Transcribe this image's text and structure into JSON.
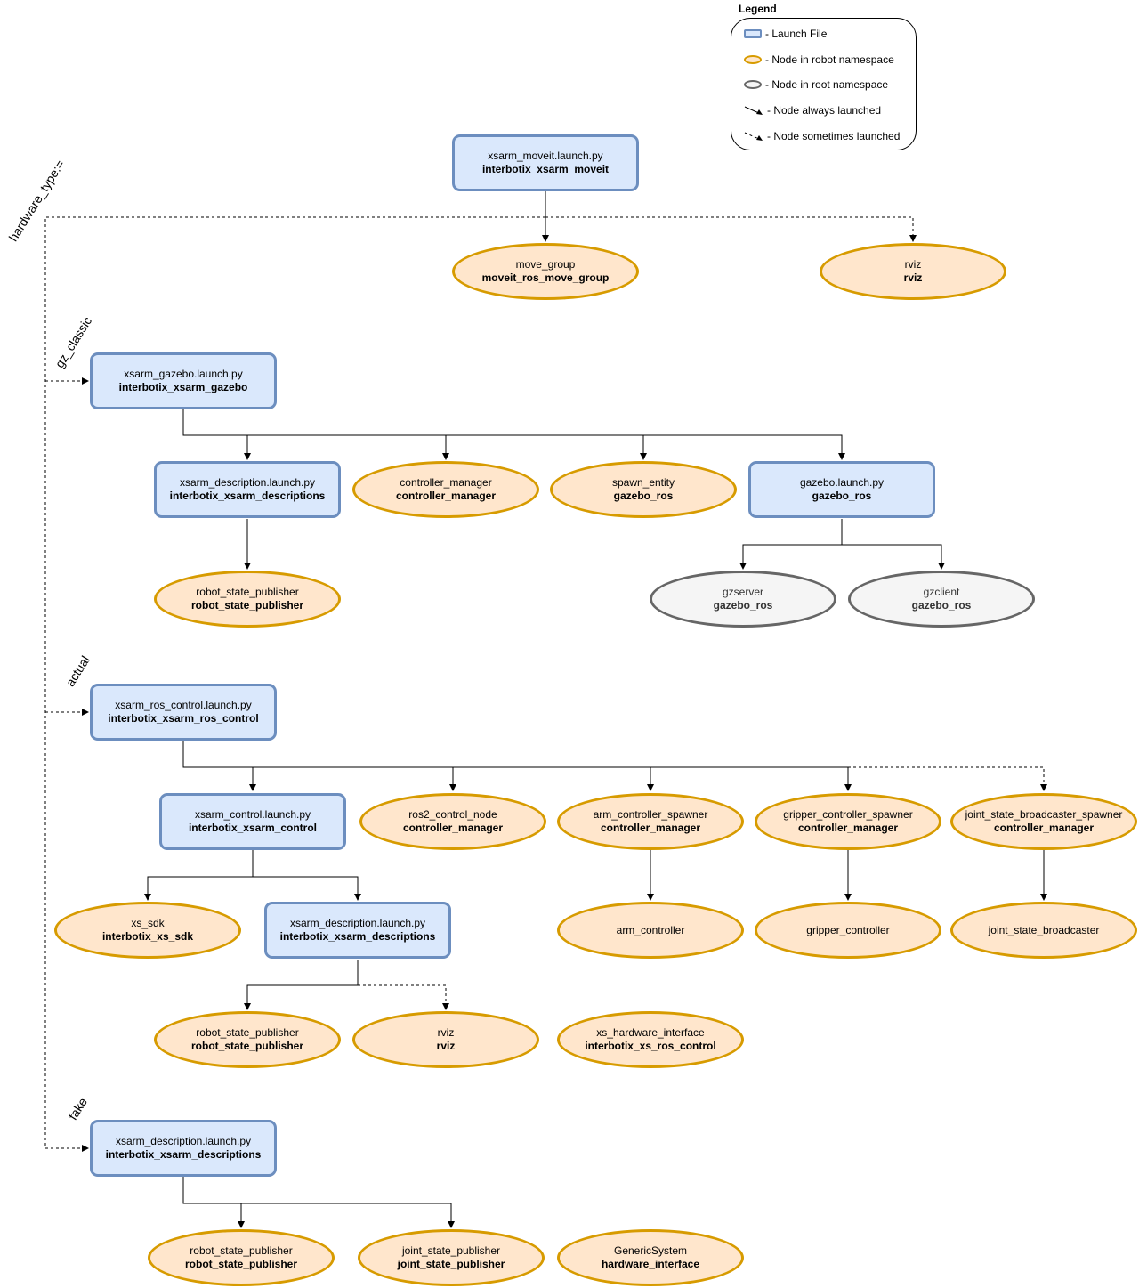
{
  "legend": {
    "title": "Legend",
    "items": [
      {
        "kind": "launch",
        "label": "- Launch File"
      },
      {
        "kind": "robot",
        "label": "- Node in robot namespace"
      },
      {
        "kind": "root",
        "label": "- Node in root namespace"
      },
      {
        "kind": "solid-arrow",
        "label": "- Node always launched"
      },
      {
        "kind": "dashed-arrow",
        "label": "- Node sometimes launched"
      }
    ]
  },
  "branch_labels": {
    "hardware_type": "hardware_type:=",
    "gz_classic": "gz_classic",
    "actual": "actual",
    "fake": "fake"
  },
  "colors": {
    "launch_fill": "#dae8fc",
    "launch_stroke": "#6c8ebf",
    "robot_fill": "#ffe6cc",
    "robot_stroke": "#d79b00",
    "root_fill": "#f5f5f5",
    "root_stroke": "#666666"
  },
  "nodes": {
    "moveit_launch": {
      "name": "xsarm_moveit.launch.py",
      "pkg": "interbotix_xsarm_moveit"
    },
    "move_group": {
      "name": "move_group",
      "pkg": "moveit_ros_move_group"
    },
    "rviz_top": {
      "name": "rviz",
      "pkg": "rviz"
    },
    "gazebo_launch": {
      "name": "xsarm_gazebo.launch.py",
      "pkg": "interbotix_xsarm_gazebo"
    },
    "desc_launch_1": {
      "name": "xsarm_description.launch.py",
      "pkg": "interbotix_xsarm_descriptions"
    },
    "controller_manager": {
      "name": "controller_manager",
      "pkg": "controller_manager"
    },
    "spawn_entity": {
      "name": "spawn_entity",
      "pkg": "gazebo_ros"
    },
    "gazebo_ros_launch": {
      "name": "gazebo.launch.py",
      "pkg": "gazebo_ros"
    },
    "rsp_1": {
      "name": "robot_state_publisher",
      "pkg": "robot_state_publisher"
    },
    "gzserver": {
      "name": "gzserver",
      "pkg": "gazebo_ros"
    },
    "gzclient": {
      "name": "gzclient",
      "pkg": "gazebo_ros"
    },
    "ros_control_launch": {
      "name": "xsarm_ros_control.launch.py",
      "pkg": "interbotix_xsarm_ros_control"
    },
    "control_launch": {
      "name": "xsarm_control.launch.py",
      "pkg": "interbotix_xsarm_control"
    },
    "ros2_control_node": {
      "name": "ros2_control_node",
      "pkg": "controller_manager"
    },
    "arm_spawner": {
      "name": "arm_controller_spawner",
      "pkg": "controller_manager"
    },
    "gripper_spawner": {
      "name": "gripper_controller_spawner",
      "pkg": "controller_manager"
    },
    "jsb_spawner": {
      "name": "joint_state_broadcaster_spawner",
      "pkg": "controller_manager"
    },
    "xs_sdk": {
      "name": "xs_sdk",
      "pkg": "interbotix_xs_sdk"
    },
    "desc_launch_2": {
      "name": "xsarm_description.launch.py",
      "pkg": "interbotix_xsarm_descriptions"
    },
    "arm_controller": {
      "name": "arm_controller",
      "pkg": ""
    },
    "gripper_controller": {
      "name": "gripper_controller",
      "pkg": ""
    },
    "jsb": {
      "name": "joint_state_broadcaster",
      "pkg": ""
    },
    "rsp_2": {
      "name": "robot_state_publisher",
      "pkg": "robot_state_publisher"
    },
    "rviz_2": {
      "name": "rviz",
      "pkg": "rviz"
    },
    "xs_hw": {
      "name": "xs_hardware_interface",
      "pkg": "interbotix_xs_ros_control"
    },
    "desc_launch_3": {
      "name": "xsarm_description.launch.py",
      "pkg": "interbotix_xsarm_descriptions"
    },
    "rsp_3": {
      "name": "robot_state_publisher",
      "pkg": "robot_state_publisher"
    },
    "jsp": {
      "name": "joint_state_publisher",
      "pkg": "joint_state_publisher"
    },
    "generic_system": {
      "name": "GenericSystem",
      "pkg": "hardware_interface"
    }
  }
}
